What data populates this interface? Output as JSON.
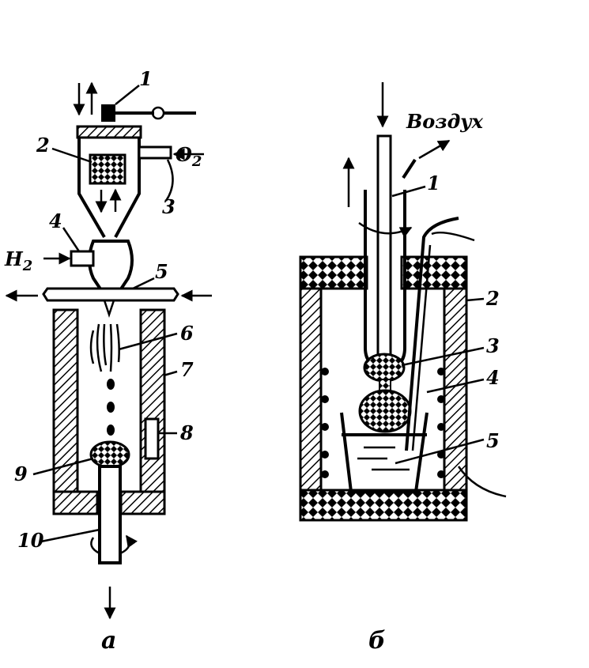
{
  "figure_a": {
    "caption": "а",
    "labels": {
      "l1": "1",
      "l2": "2",
      "l3": "3",
      "l4": "4",
      "l5": "5",
      "l6": "6",
      "l7": "7",
      "l8": "8",
      "l9": "9",
      "l10": "10"
    },
    "gas_o2": "O",
    "gas_o2_sub": "2",
    "gas_h2": "H",
    "gas_h2_sub": "2"
  },
  "figure_b": {
    "caption": "б",
    "air_label": "Воздух",
    "labels": {
      "l1": "1",
      "l2": "2",
      "l3": "3",
      "l4": "4",
      "l5": "5"
    }
  }
}
